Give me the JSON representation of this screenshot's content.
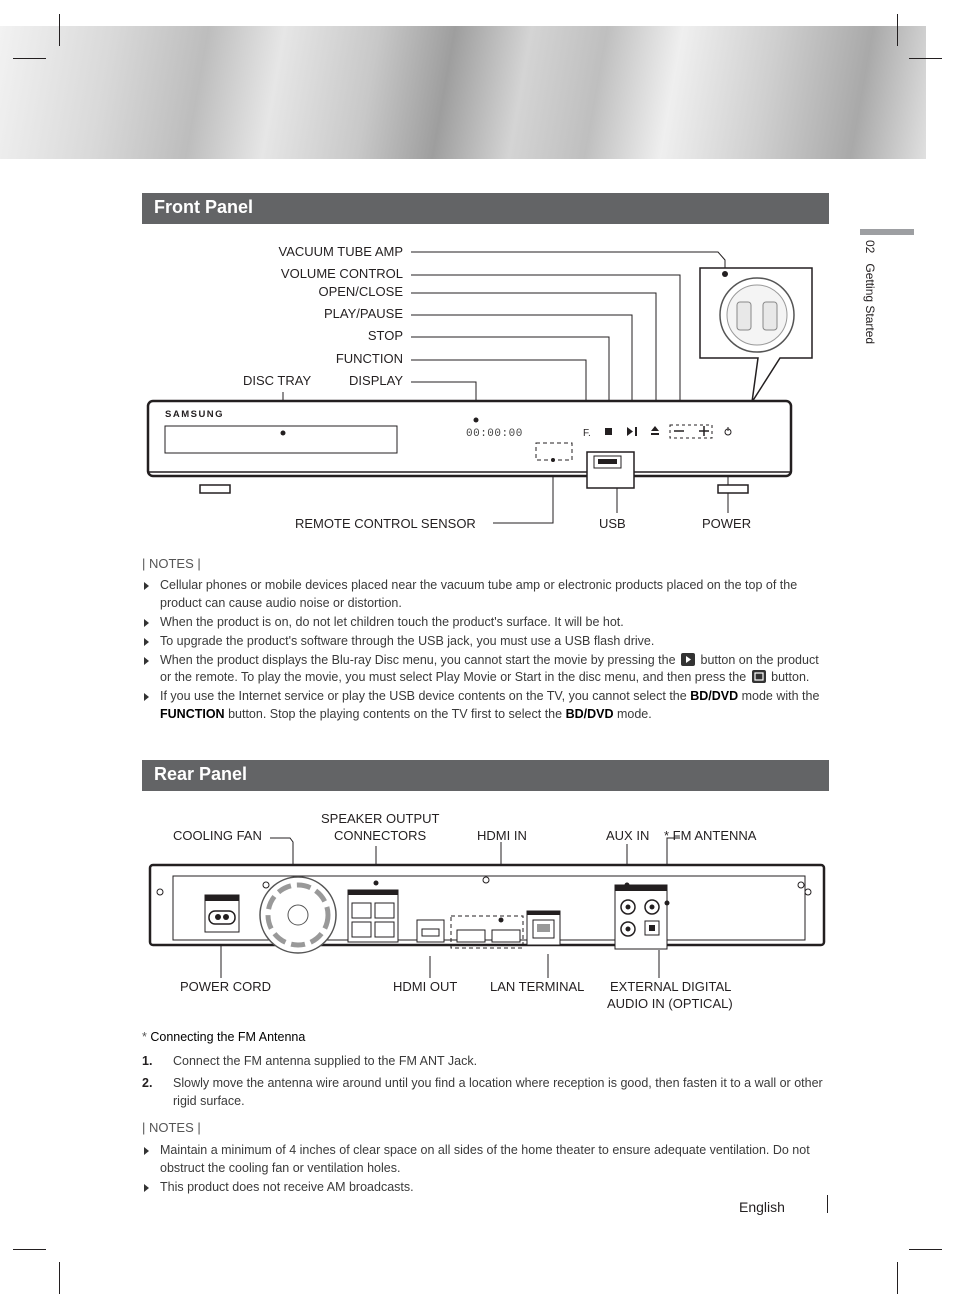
{
  "side_tab": {
    "chapter_num": "02",
    "chapter_title": "Getting Started"
  },
  "front_panel": {
    "title": "Front Panel",
    "brand": "SAMSUNG",
    "display_text": "00:00:00",
    "labels": {
      "vacuum_tube_amp": "VACUUM TUBE AMP",
      "volume_control": "VOLUME CONTROL",
      "open_close": "OPEN/CLOSE",
      "play_pause": "PLAY/PAUSE",
      "stop": "STOP",
      "function": "FUNCTION",
      "display": "DISPLAY",
      "disc_tray": "DISC TRAY",
      "remote_sensor": "REMOTE CONTROL SENSOR",
      "usb": "USB",
      "power": "POWER"
    },
    "notes_title": "| NOTES |",
    "notes": [
      "Cellular phones or mobile devices placed near the vacuum tube amp or electronic products placed on the top of the product can cause audio noise or distortion.",
      "When the product is on, do not let children touch the product's surface. It will be hot.",
      "To upgrade the product's software through the USB jack, you must use a USB flash drive."
    ],
    "note4": {
      "a": "When the product displays the Blu-ray Disc menu, you cannot start the movie by pressing the",
      "b": "button on the product or the remote. To play the movie, you must select Play Movie or Start in the disc menu, and then press the",
      "c": "button."
    },
    "note5": {
      "a": "If you use the Internet service or play the USB device contents on the TV, you cannot select the",
      "k1": "BD/DVD",
      "b": "mode with the",
      "k2": "FUNCTION",
      "c": "button. Stop the playing contents on the TV first to select the",
      "k3": "BD/DVD",
      "d": "mode."
    }
  },
  "rear_panel": {
    "title": "Rear Panel",
    "labels": {
      "cooling_fan": "COOLING FAN",
      "speaker_output_1": "SPEAKER OUTPUT",
      "speaker_output_2": "CONNECTORS",
      "hdmi_in": "HDMI IN",
      "aux_in": "AUX IN",
      "fm_antenna": "* FM ANTENNA",
      "power_cord": "POWER CORD",
      "hdmi_out": "HDMI OUT",
      "lan_terminal": "LAN TERMINAL",
      "ext_digital_1": "EXTERNAL DIGITAL",
      "ext_digital_2": "AUDIO IN (OPTICAL)"
    },
    "fm_heading_star": "* ",
    "fm_heading": "Connecting the FM Antenna",
    "steps": [
      {
        "num": "1.",
        "text": "Connect the FM antenna supplied to the FM ANT Jack."
      },
      {
        "num": "2.",
        "text": "Slowly move the antenna wire around until you find a location where reception is good, then fasten it to a wall or other rigid surface."
      }
    ],
    "notes_title": "| NOTES |",
    "notes": [
      "Maintain a minimum of 4 inches of clear space on all sides of the home theater to ensure adequate ventilation. Do not obstruct the cooling fan or ventilation holes.",
      "This product does not receive AM broadcasts."
    ]
  },
  "footer": {
    "language": "English"
  }
}
